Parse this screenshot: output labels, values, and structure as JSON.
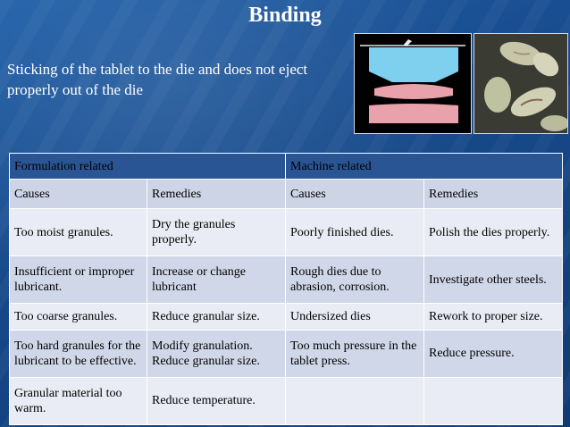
{
  "slide": {
    "title": "Binding",
    "description": "Sticking of the tablet to the die and does not eject properly out of the die"
  },
  "table": {
    "group_headers": [
      "Formulation related",
      "Machine related"
    ],
    "sub_headers": [
      "Causes",
      "Remedies",
      "Causes",
      "Remedies"
    ],
    "rows": [
      [
        "Too moist granules.",
        "Dry the granules properly.",
        "Poorly finished dies.",
        "Polish the dies properly."
      ],
      [
        "Insufficient or improper lubricant.",
        "Increase or change lubricant",
        "Rough dies due to abrasion, corrosion.",
        "Investigate other steels."
      ],
      [
        "Too coarse granules.",
        "Reduce granular size.",
        "Undersized dies",
        "Rework to proper size."
      ],
      [
        "Too hard granules for the lubricant to be effective.",
        "Modify granulation. Reduce granular size.",
        "Too much pressure in the tablet press.",
        "Reduce pressure."
      ],
      [
        "Granular material too warm.",
        "Reduce temperature.",
        "",
        ""
      ]
    ]
  },
  "colors": {
    "background": "#1a4f93",
    "group_header": "#2a5595",
    "row_light": "#e9ecf4",
    "row_dark": "#d0d7e8",
    "die_blue": "#7fd0ee",
    "tablet_pink": "#e9a2ab"
  }
}
